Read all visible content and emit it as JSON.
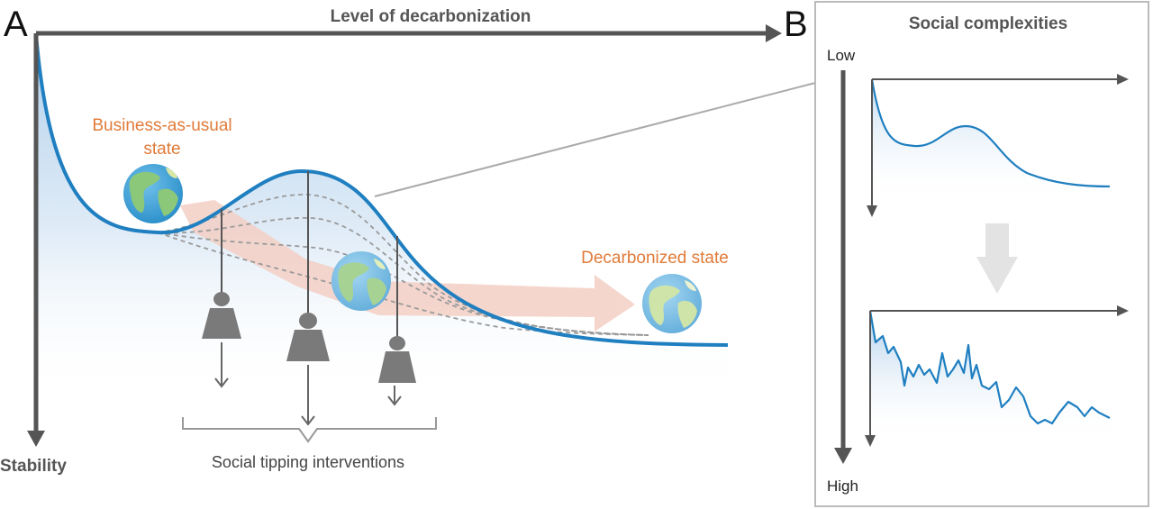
{
  "panel_a": {
    "letter": "A",
    "x_axis_label": "Level of decarbonization",
    "y_axis_label": "Stability",
    "bau_label_line1": "Business-as-usual",
    "bau_label_line2": "state",
    "decarbonized_label": "Decarbonized state",
    "interventions_label": "Social tipping interventions"
  },
  "panel_b": {
    "letter": "B",
    "title": "Social complexities",
    "low_label": "Low",
    "high_label": "High"
  },
  "colors": {
    "curve": "#1f7fc0",
    "axis": "#555555",
    "orange_text": "#e07b39",
    "weight": "#7a7a7a",
    "arrow_band": "#f3cfc4"
  }
}
